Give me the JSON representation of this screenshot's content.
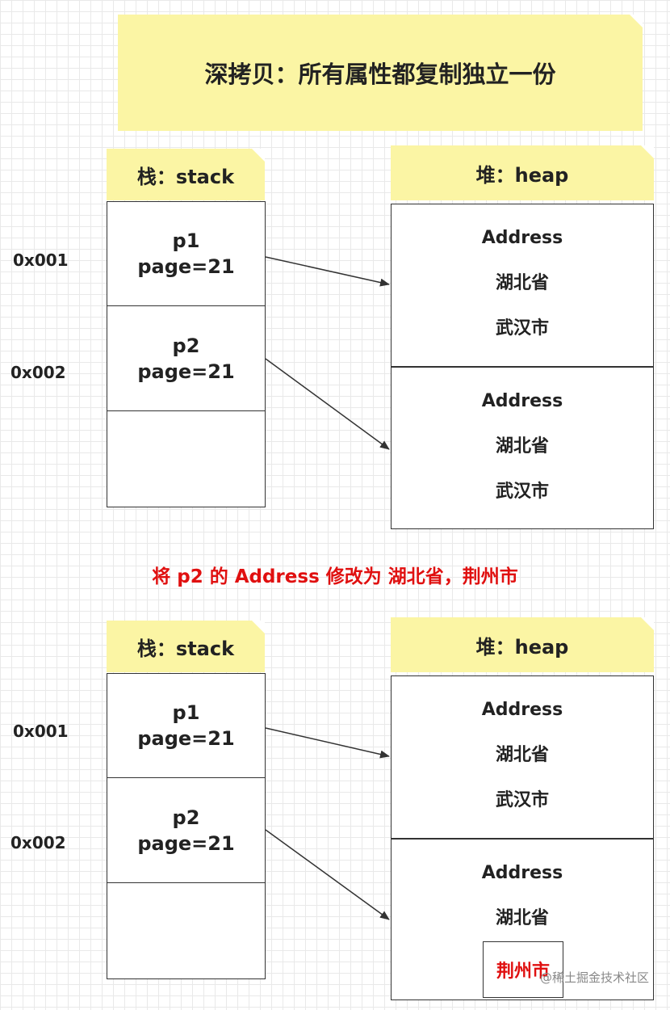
{
  "title": "深拷贝：所有属性都复制独立一份",
  "caption": "将 p2 的 Address 修改为 湖北省，荆州市",
  "watermark": "@稀土掘金技术社区",
  "before": {
    "stack_header": "栈：stack",
    "heap_header": "堆：heap",
    "addresses": [
      "0x001",
      "0x002"
    ],
    "stack_cells": [
      {
        "name": "p1",
        "field": "page=21"
      },
      {
        "name": "p2",
        "field": "page=21"
      }
    ],
    "heap_cells": [
      {
        "label": "Address",
        "province": "湖北省",
        "city": "武汉市"
      },
      {
        "label": "Address",
        "province": "湖北省",
        "city": "武汉市"
      }
    ]
  },
  "after": {
    "stack_header": "栈：stack",
    "heap_header": "堆：heap",
    "addresses": [
      "0x001",
      "0x002"
    ],
    "stack_cells": [
      {
        "name": "p1",
        "field": "page=21"
      },
      {
        "name": "p2",
        "field": "page=21"
      }
    ],
    "heap_cells": [
      {
        "label": "Address",
        "province": "湖北省",
        "city": "武汉市"
      },
      {
        "label": "Address",
        "province": "湖北省",
        "city": "荆州市"
      }
    ]
  },
  "colors": {
    "note": "#fbf5a4",
    "highlight": "#e01010",
    "stroke": "#333333"
  }
}
